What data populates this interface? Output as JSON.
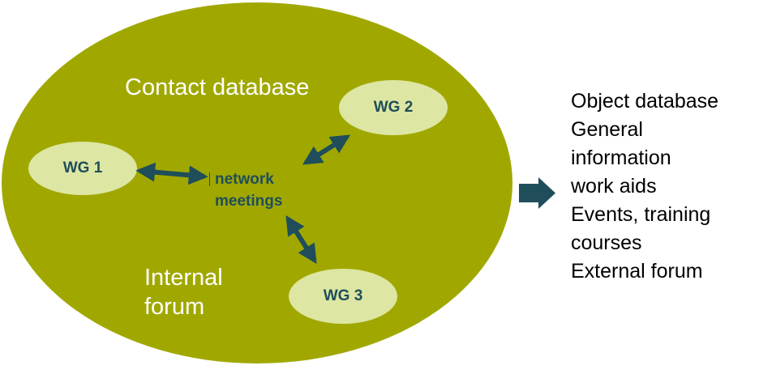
{
  "colors": {
    "ellipse_fill": "#a0a800",
    "node_fill": "#dde6a3",
    "arrow_color": "#1f4e5a",
    "label_white": "#ffffff",
    "text_dark": "#1f4e5a"
  },
  "diagram": {
    "contact_db_label": "Contact database",
    "internal_forum_label": "Internal forum",
    "center": {
      "line1": "network",
      "line2": "meetings"
    },
    "nodes": [
      {
        "label": "WG 1"
      },
      {
        "label": "WG 2"
      },
      {
        "label": "WG 3"
      }
    ]
  },
  "right_panel": {
    "arrow_icon": "right-arrow-icon",
    "items": [
      "Object database",
      "General",
      "information",
      "work aids",
      "Events, training",
      "courses",
      "External forum"
    ]
  }
}
